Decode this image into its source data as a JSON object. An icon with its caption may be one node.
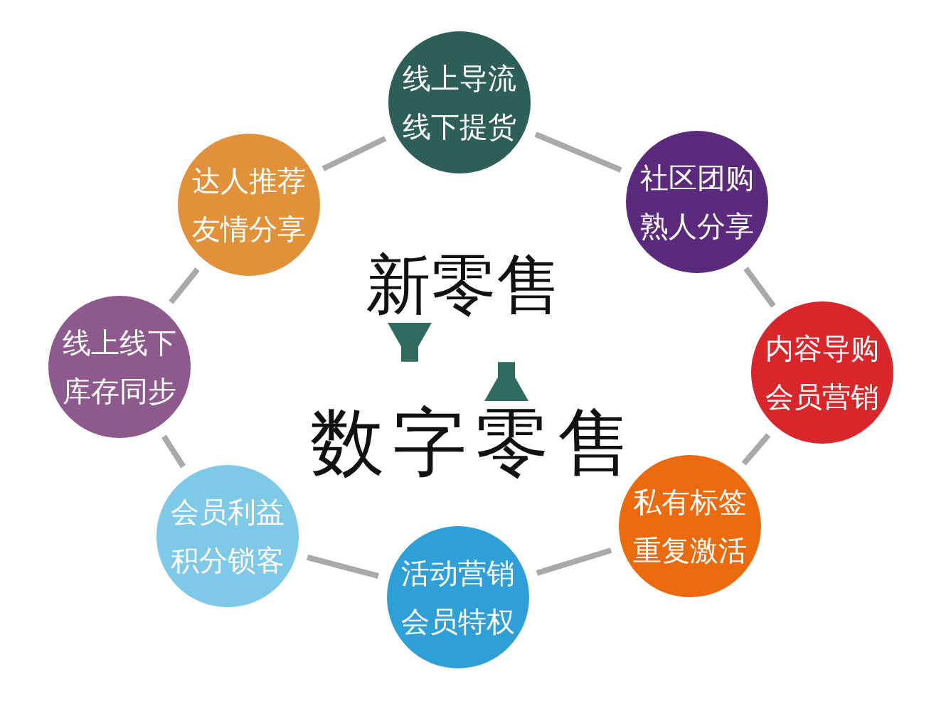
{
  "diagram": {
    "nodes": [
      {
        "text": [
          "线上导流线下提货"
        ]
      },
      {
        "text": [
          "社区团购熟人分享"
        ]
      },
      {
        "text": [
          "内容导购会员营销"
        ]
      },
      {
        "text": [
          "私有标签重复激活"
        ]
      },
      {
        "text": [
          "活动营销会员特权"
        ]
      },
      {
        "text": [
          "会员利益积分锁客"
        ]
      },
      {
        "text": [
          "线上线下库存同步"
        ]
      },
      {
        "text": [
          "达人推荐友情分享"
        ]
      },
      {
        "text": [
          "新零售"
        ]
      },
      {
        "text": [
          "数字零售"
        ]
      }
    ],
    "edges": [
      {
        "from": 0,
        "to": 1,
        "arrow": "none"
      },
      {
        "from": 1,
        "to": 2,
        "arrow": "none"
      },
      {
        "from": 2,
        "to": 3,
        "arrow": "none"
      },
      {
        "from": 3,
        "to": 4,
        "arrow": "none"
      },
      {
        "from": 4,
        "to": 5,
        "arrow": "none"
      },
      {
        "from": 5,
        "to": 6,
        "arrow": "none"
      },
      {
        "from": 6,
        "to": 7,
        "arrow": "none"
      },
      {
        "from": 7,
        "to": 0,
        "arrow": "none"
      },
      {
        "from": 8,
        "to": 9,
        "arrow": "to",
        "style": "thick",
        "color": "#2f6b5f"
      },
      {
        "from": 9,
        "to": 8,
        "arrow": "to",
        "style": "thick",
        "color": "#2f6b5f"
      }
    ]
  }
}
